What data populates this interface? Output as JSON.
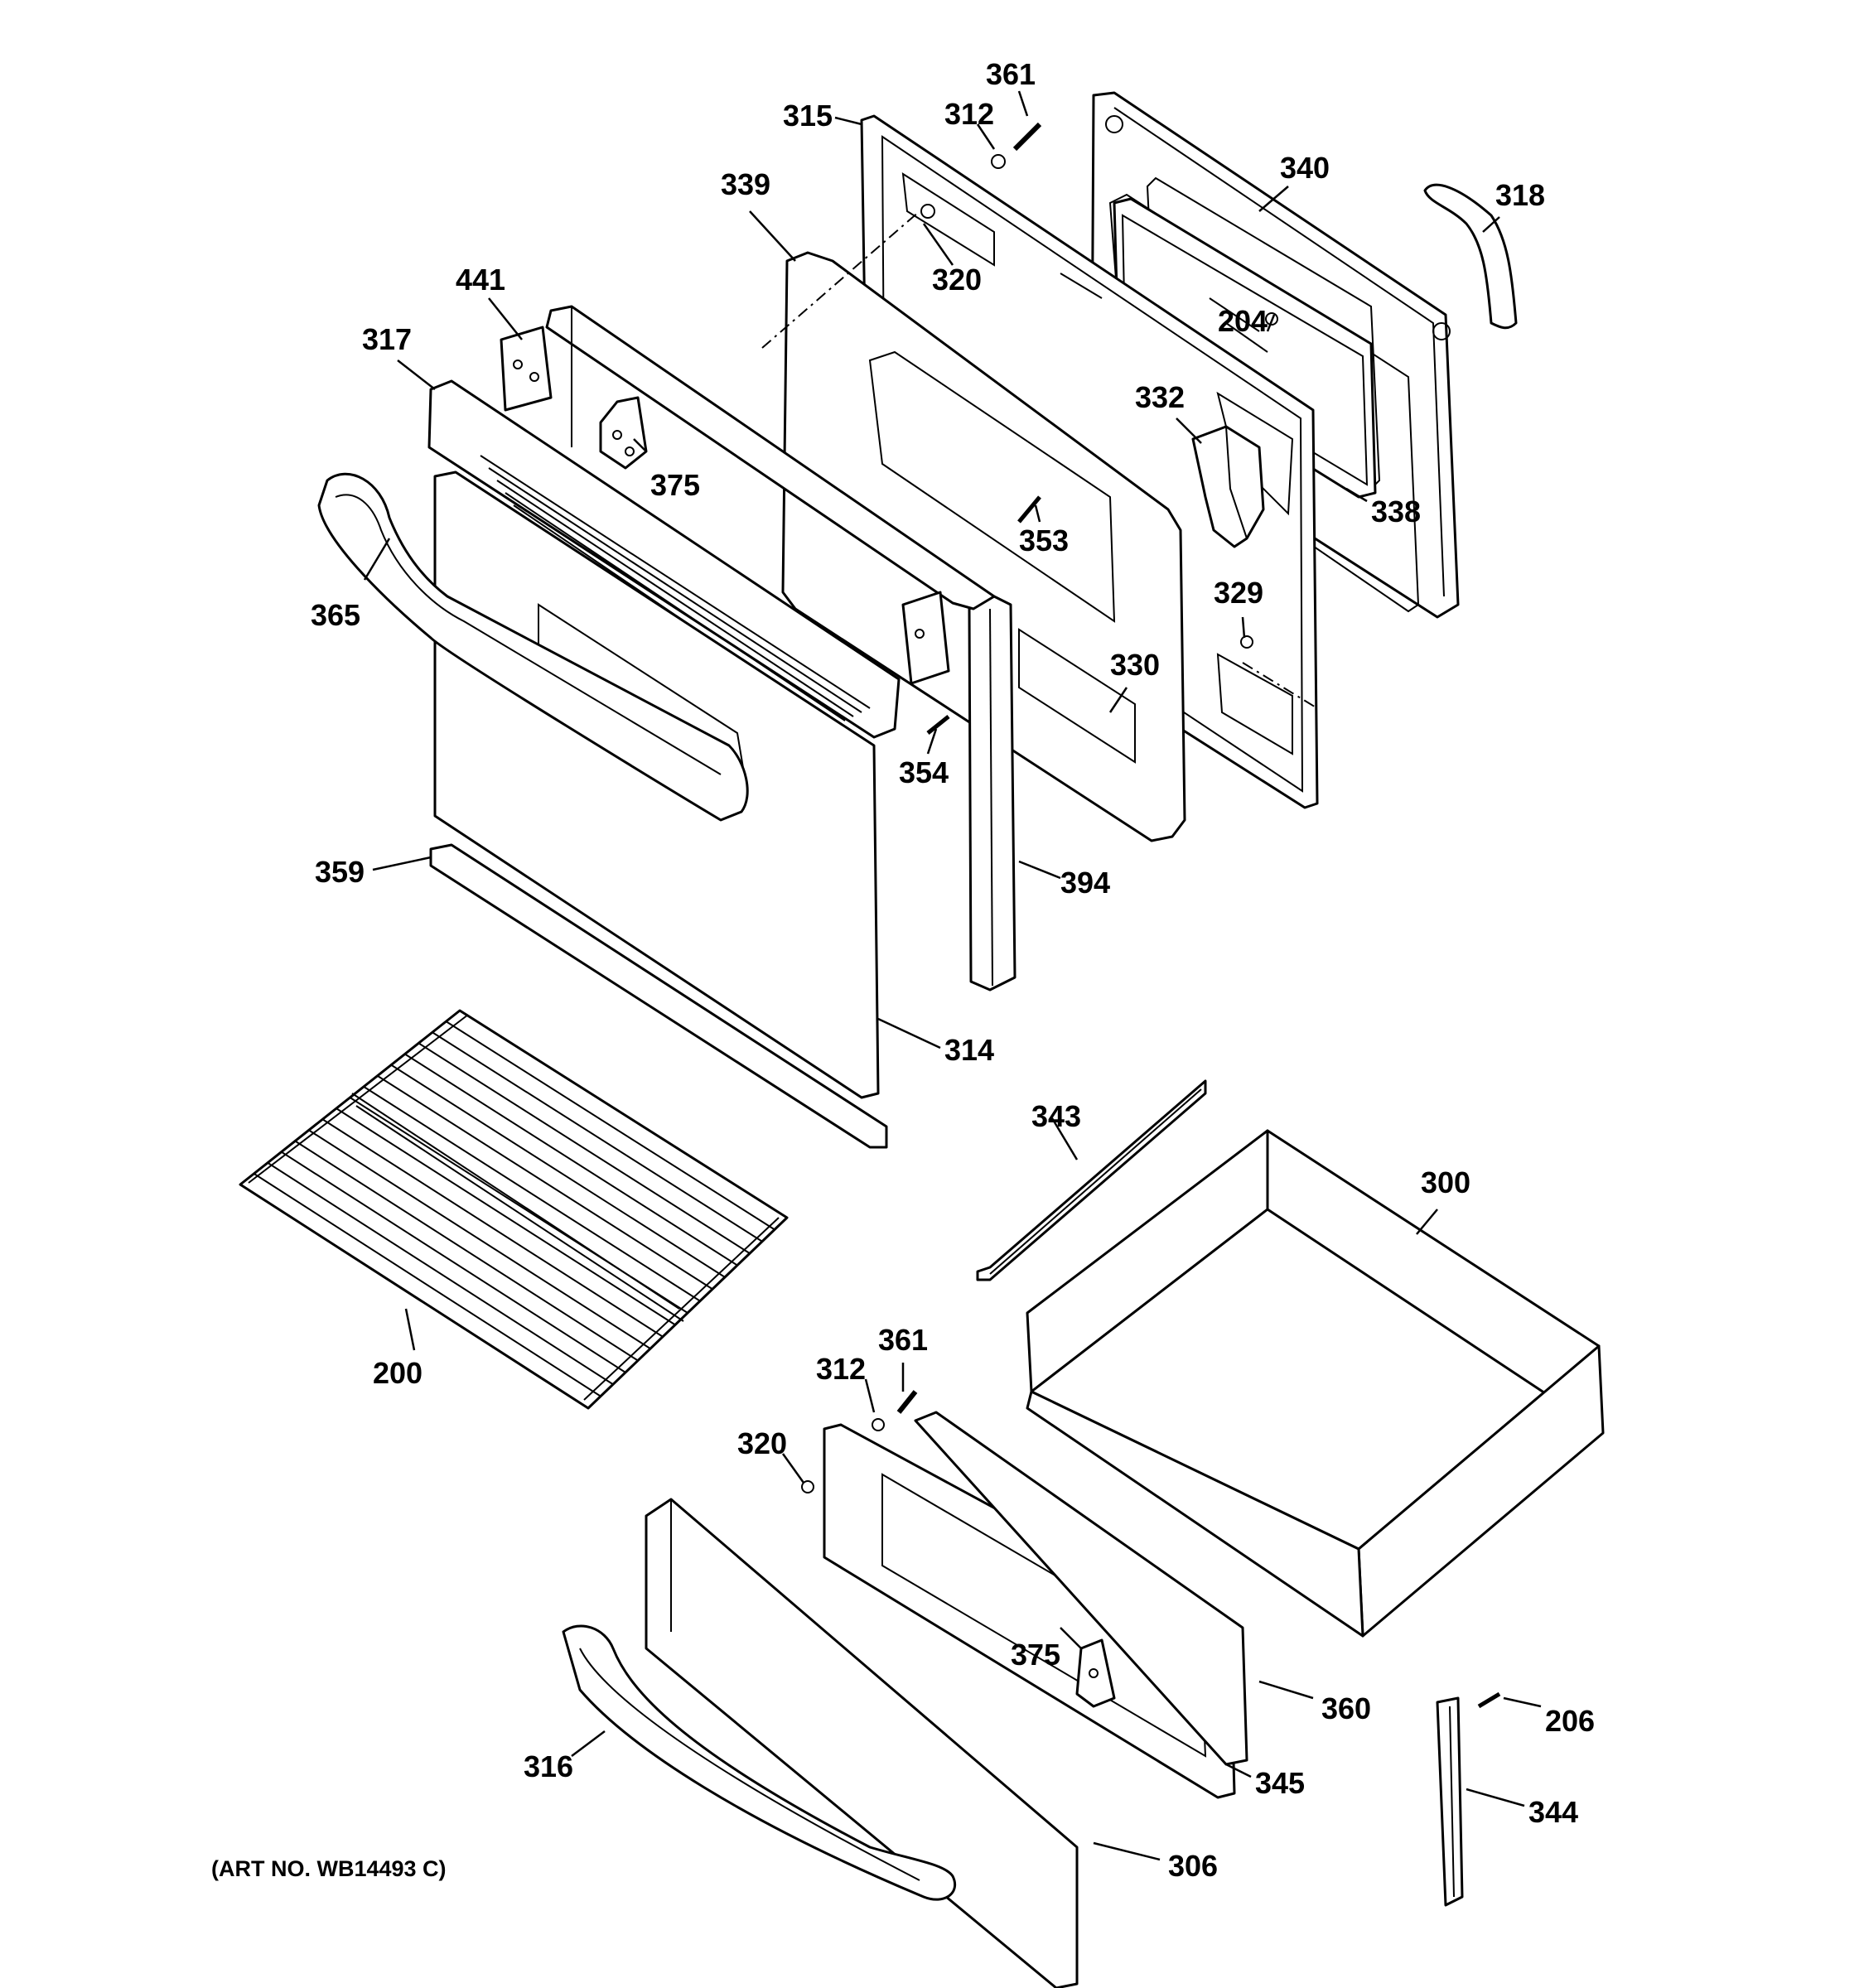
{
  "diagram": {
    "art_number": "(ART NO. WB14493 C)",
    "callouts": [
      {
        "id": "c361a",
        "text": "361"
      },
      {
        "id": "c312a",
        "text": "312"
      },
      {
        "id": "c315",
        "text": "315"
      },
      {
        "id": "c340",
        "text": "340"
      },
      {
        "id": "c318",
        "text": "318"
      },
      {
        "id": "c339",
        "text": "339"
      },
      {
        "id": "c320a",
        "text": "320"
      },
      {
        "id": "c441",
        "text": "441"
      },
      {
        "id": "c204",
        "text": "204"
      },
      {
        "id": "c317",
        "text": "317"
      },
      {
        "id": "c332",
        "text": "332"
      },
      {
        "id": "c375a",
        "text": "375"
      },
      {
        "id": "c338",
        "text": "338"
      },
      {
        "id": "c353",
        "text": "353"
      },
      {
        "id": "c365",
        "text": "365"
      },
      {
        "id": "c329",
        "text": "329"
      },
      {
        "id": "c330",
        "text": "330"
      },
      {
        "id": "c354",
        "text": "354"
      },
      {
        "id": "c359",
        "text": "359"
      },
      {
        "id": "c394",
        "text": "394"
      },
      {
        "id": "c314",
        "text": "314"
      },
      {
        "id": "c343",
        "text": "343"
      },
      {
        "id": "c300",
        "text": "300"
      },
      {
        "id": "c200",
        "text": "200"
      },
      {
        "id": "c361b",
        "text": "361"
      },
      {
        "id": "c312b",
        "text": "312"
      },
      {
        "id": "c320b",
        "text": "320"
      },
      {
        "id": "c375b",
        "text": "375"
      },
      {
        "id": "c360",
        "text": "360"
      },
      {
        "id": "c206",
        "text": "206"
      },
      {
        "id": "c316",
        "text": "316"
      },
      {
        "id": "c345",
        "text": "345"
      },
      {
        "id": "c344",
        "text": "344"
      },
      {
        "id": "c306",
        "text": "306"
      }
    ]
  }
}
